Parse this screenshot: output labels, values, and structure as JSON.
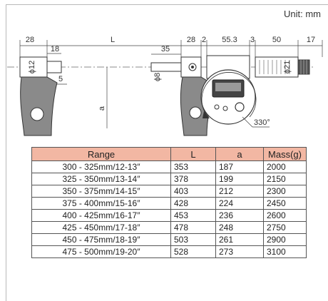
{
  "unit_label": "Unit: mm",
  "dimensions": {
    "left_body": "28",
    "left_anvil": "18",
    "left_anvil_face": "5",
    "length": "L",
    "spindle_len": "35",
    "head_28": "28",
    "head_2": "2",
    "head_55": "55.3",
    "head_3": "3",
    "head_50": "50",
    "head_17": "17",
    "phi12": "ϕ12",
    "phi8": "ϕ8",
    "phi21": "ϕ21",
    "depth": "a",
    "rotation": "330°"
  },
  "table": {
    "headers": [
      "Range",
      "L",
      "a",
      "Mass(g)"
    ],
    "rows": [
      [
        "300 - 325mm/12-13″",
        "353",
        "187",
        "2000"
      ],
      [
        "325 - 350mm/13-14″",
        "378",
        "199",
        "2150"
      ],
      [
        "350 - 375mm/14-15″",
        "403",
        "212",
        "2300"
      ],
      [
        "375 - 400mm/15-16″",
        "428",
        "224",
        "2450"
      ],
      [
        "400 - 425mm/16-17″",
        "453",
        "236",
        "2600"
      ],
      [
        "425 - 450mm/17-18″",
        "478",
        "248",
        "2750"
      ],
      [
        "450 - 475mm/18-19″",
        "503",
        "261",
        "2900"
      ],
      [
        "475 - 500mm/19-20″",
        "528",
        "273",
        "3100"
      ]
    ]
  }
}
